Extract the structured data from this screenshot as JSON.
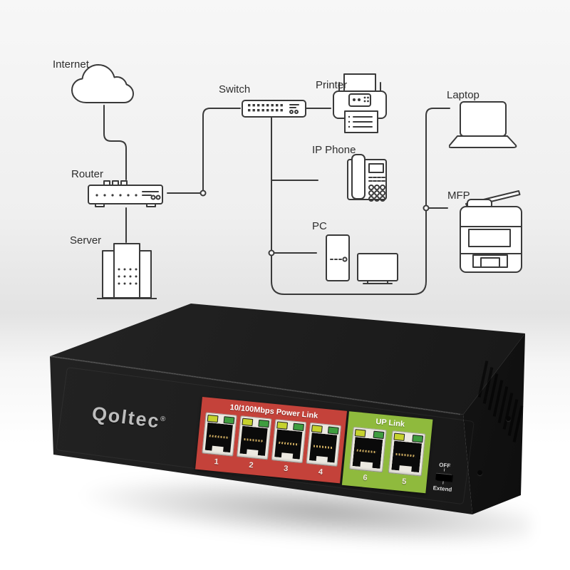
{
  "diagram": {
    "labels": {
      "internet": "Internet",
      "router": "Router",
      "server": "Server",
      "switch": "Switch",
      "printer": "Printer",
      "ip_phone": "IP Phone",
      "pc": "PC",
      "laptop": "Laptop",
      "mfp": "MFP"
    }
  },
  "device": {
    "brand": "Qoltec",
    "brand_mark": "®",
    "power_section": {
      "title": "10/100Mbps Power Link",
      "ports": [
        "1",
        "2",
        "3",
        "4"
      ]
    },
    "uplink_section": {
      "title": "UP Link",
      "ports": [
        "6",
        "5"
      ]
    },
    "toggle": {
      "top_label": "OFF",
      "bottom_label": "Extend",
      "tick": "I"
    }
  },
  "colors": {
    "power_red": "#c4423a",
    "uplink_green": "#8fba3d",
    "led_yellow": "#c6d22e",
    "led_green": "#3f9d3f",
    "diagram_line": "#3a3a3a",
    "chassis_black": "#1d1d1d"
  }
}
